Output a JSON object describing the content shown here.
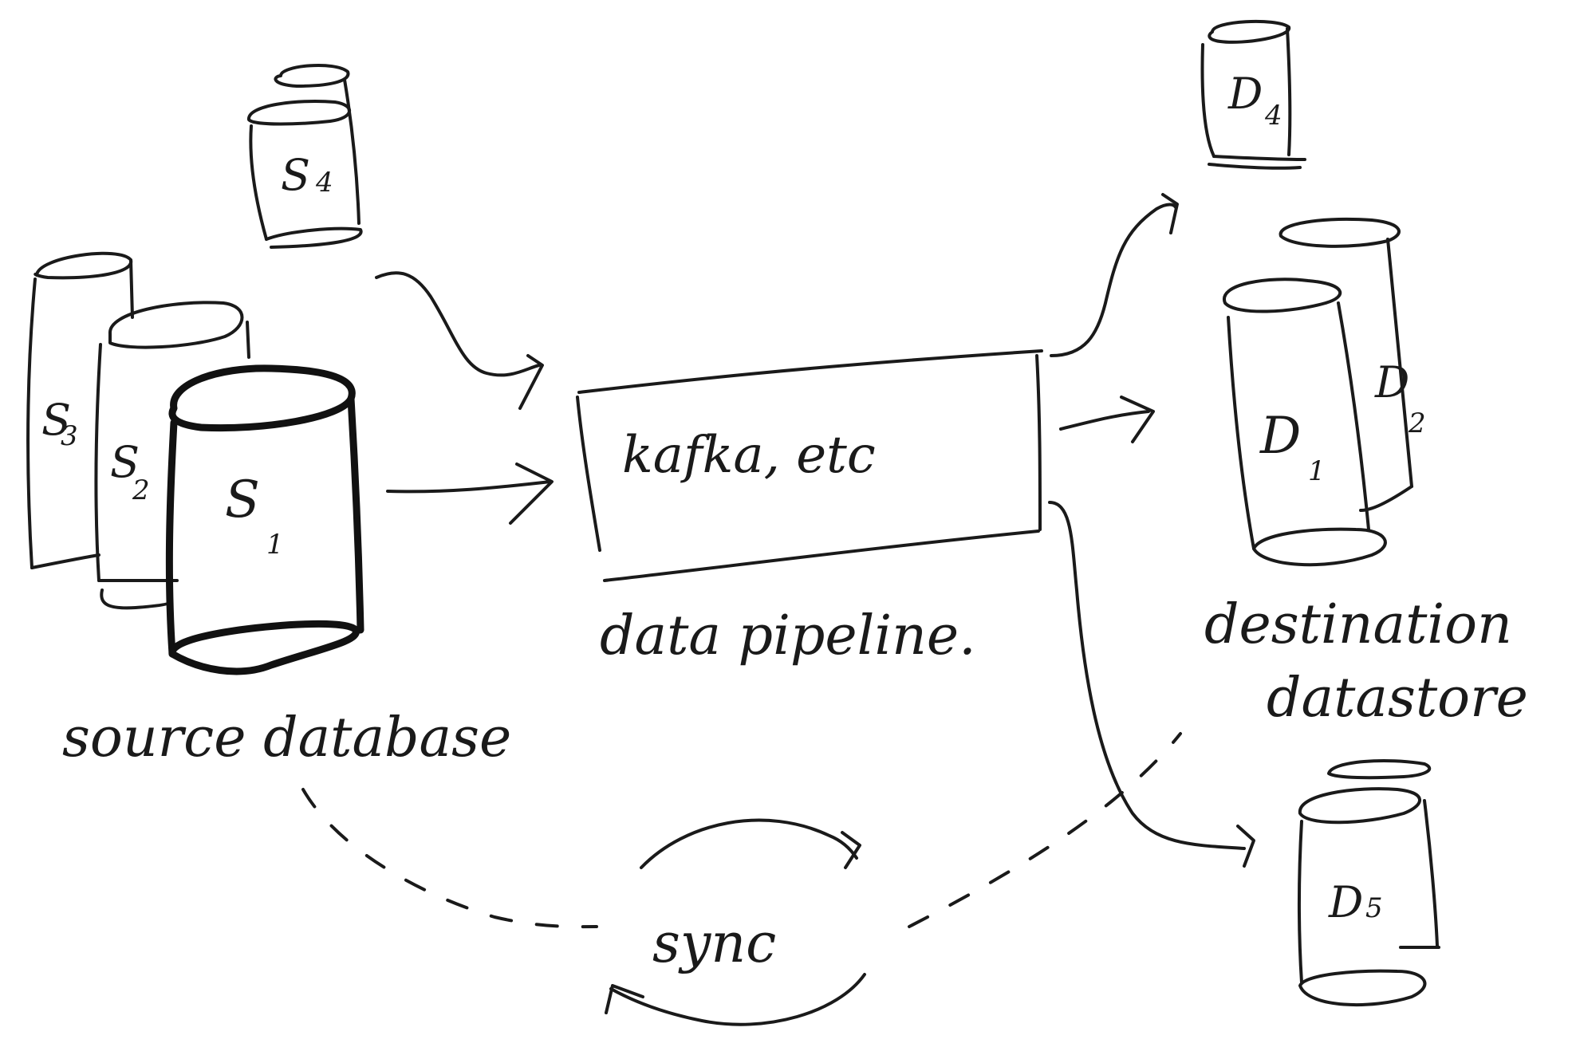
{
  "labels": {
    "source": "source database",
    "pipeline_box": "kafka, etc",
    "pipeline": "data pipeline.",
    "destination_line1": "destination",
    "destination_line2": "datastore",
    "sync": "sync"
  },
  "source_dbs": [
    {
      "name": "S",
      "sub": "4"
    },
    {
      "name": "S",
      "sub": "3"
    },
    {
      "name": "S",
      "sub": "2"
    },
    {
      "name": "S",
      "sub": "1"
    }
  ],
  "dest_dbs": [
    {
      "name": "D",
      "sub": "4"
    },
    {
      "name": "D",
      "sub": "2"
    },
    {
      "name": "D",
      "sub": "1"
    },
    {
      "name": "D",
      "sub": "5"
    }
  ],
  "colors": {
    "ink": "#1a1a1a",
    "background": "#ffffff"
  }
}
